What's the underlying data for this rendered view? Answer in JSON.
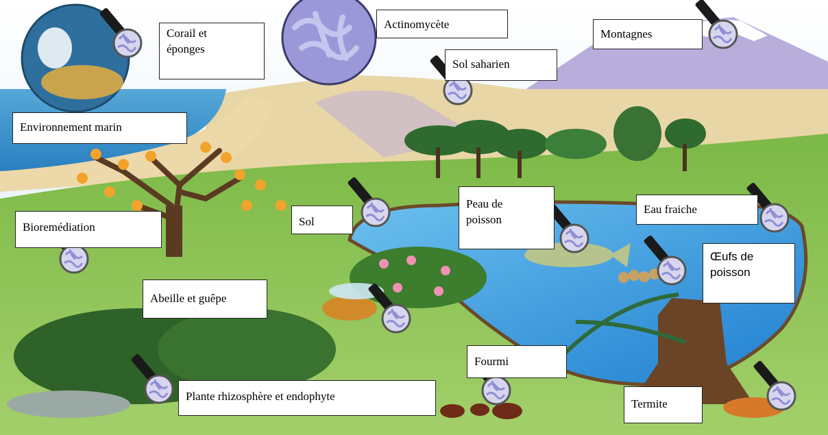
{
  "labels": {
    "corail": [
      "Corail et",
      "éponges"
    ],
    "actino": "Actinomycète",
    "montagnes": "Montagnes",
    "sol_saharien": "Sol saharien",
    "env_marin": "Environnement marin",
    "bioremediation": "Bioremédiation",
    "sol": "Sol",
    "peau": [
      "Peau de",
      "poisson"
    ],
    "eau": "Eau fraiche",
    "oeufs": [
      "Œufs de",
      "poisson"
    ],
    "abeille": "Abeille et guêpe",
    "fourmi": "Fourmi",
    "plante": "Plante rhizosphère et endophyte",
    "termite": "Termite"
  },
  "colors": {
    "sky": "#cfe6f1",
    "sea": "#2f8fd0",
    "sand": "#ecd8a8",
    "grass": "#8cc153",
    "lake": "#3ea6e8",
    "bark": "#5a3b22",
    "microbe": "#8f8ed6"
  }
}
